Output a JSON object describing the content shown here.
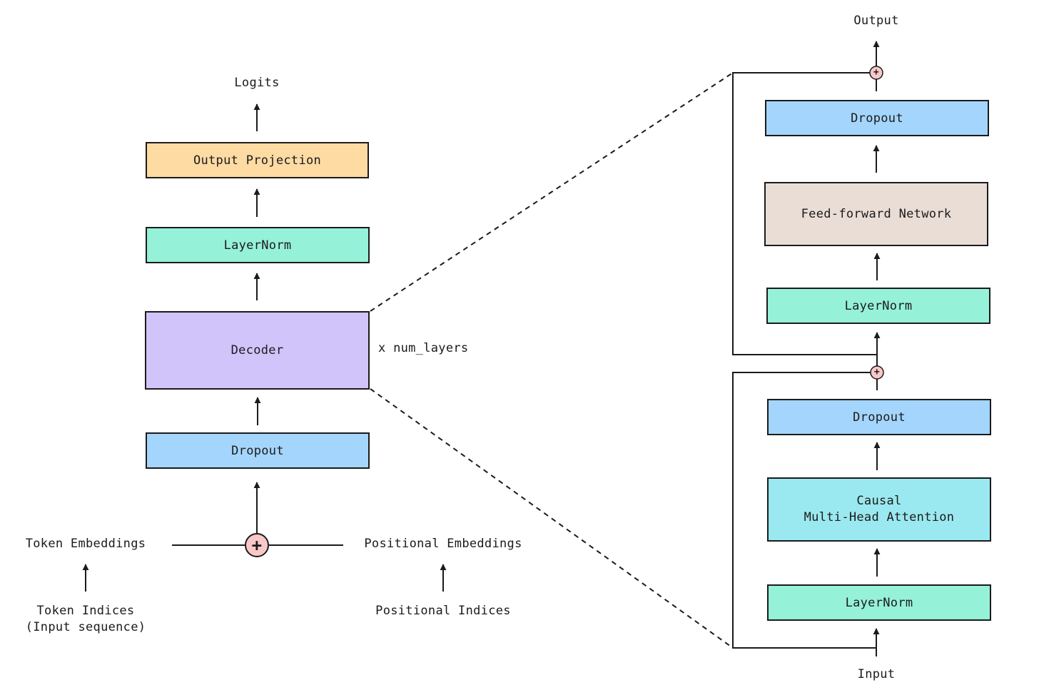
{
  "colors": {
    "output_projection": "#fddba3",
    "layernorm": "#96f1d9",
    "decoder": "#d0c4fb",
    "dropout": "#a4d5fd",
    "feed_forward": "#eaddd6",
    "attention": "#9be9f0",
    "plus_fill": "#f8c8c8",
    "line": "#1b1b1b"
  },
  "left": {
    "logits": "Logits",
    "output_projection": "Output Projection",
    "layernorm": "LayerNorm",
    "decoder": "Decoder",
    "repeat": "x num_layers",
    "dropout": "Dropout",
    "token_embeddings": "Token Embeddings",
    "positional_embeddings": "Positional Embeddings",
    "token_indices": "Token Indices\n(Input sequence)",
    "positional_indices": "Positional Indices",
    "plus_symbol": "+"
  },
  "right": {
    "output": "Output",
    "dropout_top": "Dropout",
    "feed_forward": "Feed-forward Network",
    "layernorm_top": "LayerNorm",
    "dropout_bottom": "Dropout",
    "attention": "Causal\nMulti-Head Attention",
    "layernorm_bottom": "LayerNorm",
    "input": "Input",
    "plus_symbol": "+"
  }
}
